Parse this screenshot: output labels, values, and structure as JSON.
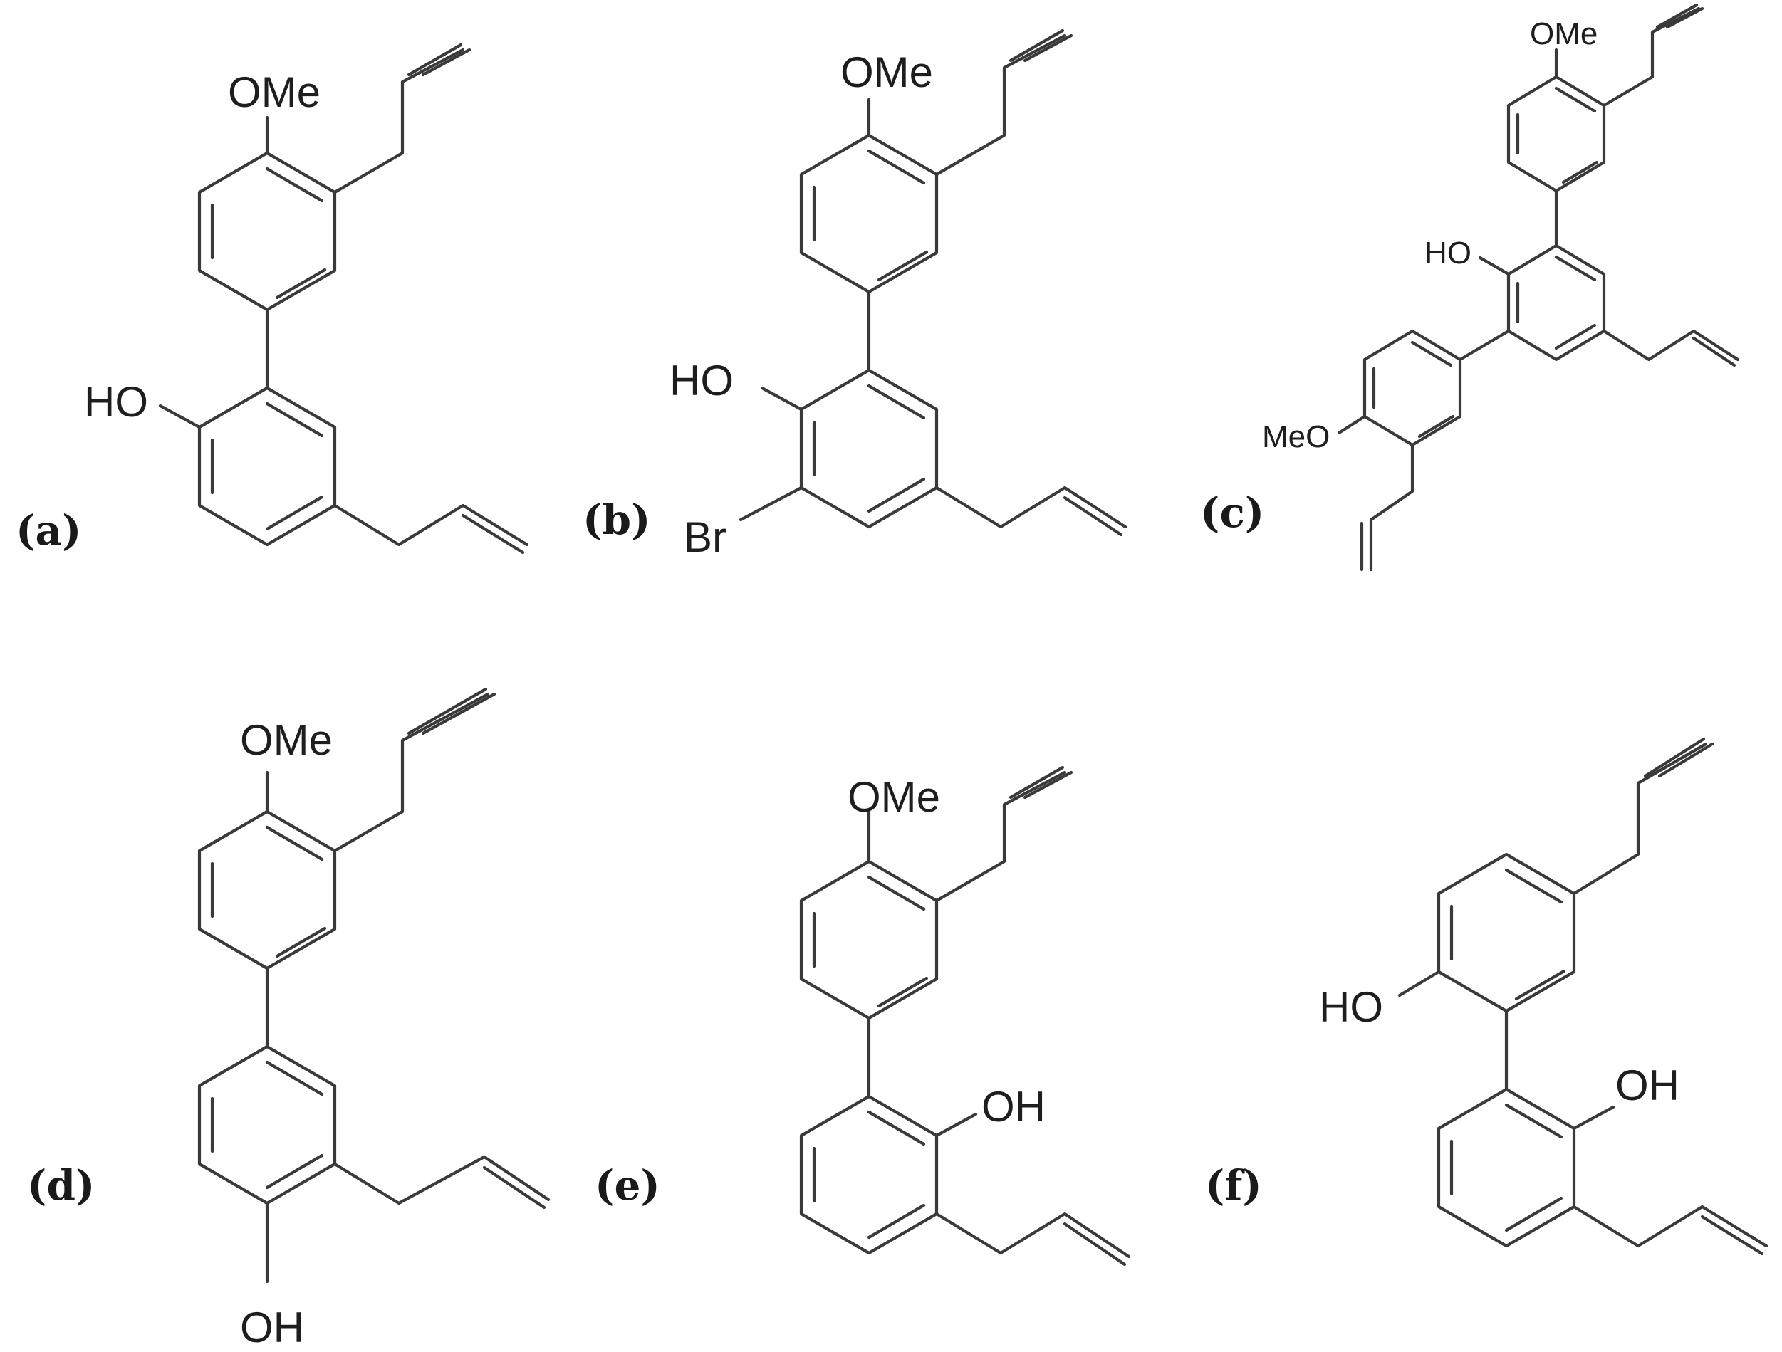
{
  "labels": {
    "a": "(a)",
    "b": "(b)",
    "c": "(c)",
    "d": "(d)",
    "e": "(e)",
    "f": "(f)"
  },
  "atoms": {
    "ome": "OMe",
    "meo": "MeO",
    "ho": "HO",
    "oh": "OH",
    "br": "Br"
  }
}
